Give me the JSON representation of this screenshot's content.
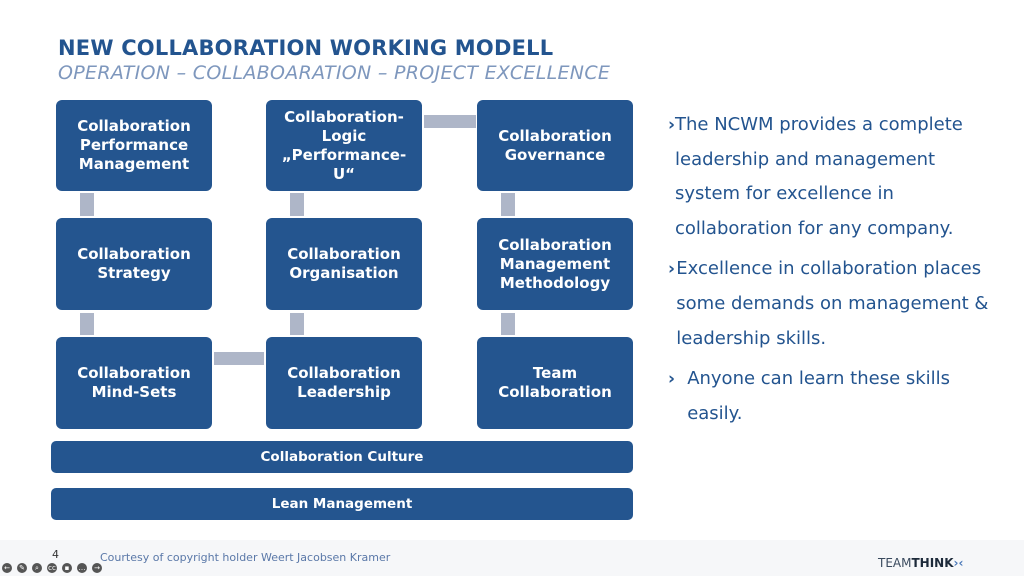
{
  "header": {
    "title": "NEW COLLABORATION WORKING MODELL",
    "subtitle": "OPERATION – COLLABOARATION – PROJECT EXCELLENCE"
  },
  "diagram": {
    "boxes": [
      [
        "Collaboration",
        "Performance",
        "Management"
      ],
      [
        "Collaboration-",
        "Logic",
        "„Performance-",
        "U“"
      ],
      [
        "Collaboration",
        "Governance"
      ],
      [
        "Collaboration",
        "Strategy"
      ],
      [
        "Collaboration",
        "Organisation"
      ],
      [
        "Collaboration",
        "Management",
        "Methodology"
      ],
      [
        "Collaboration",
        "Mind-Sets"
      ],
      [
        "Collaboration",
        "Leadership"
      ],
      [
        "Team",
        "Collaboration"
      ]
    ],
    "bars": [
      "Collaboration Culture",
      "Lean Management"
    ]
  },
  "bullets": [
    "The NCWM provides a complete leadership and management system for excellence in collaboration for any company.",
    "Excellence in collaboration places some demands on management & leadership skills.",
    "Anyone can learn these skills easily."
  ],
  "footer": {
    "page_number": "4",
    "courtesy": "Courtesy of copyright holder Weert Jacobsen Kramer",
    "logo_light": "TEAM",
    "logo_bold": "THINK"
  },
  "colors": {
    "primary": "#24558f",
    "connector": "#aeb6c8"
  }
}
